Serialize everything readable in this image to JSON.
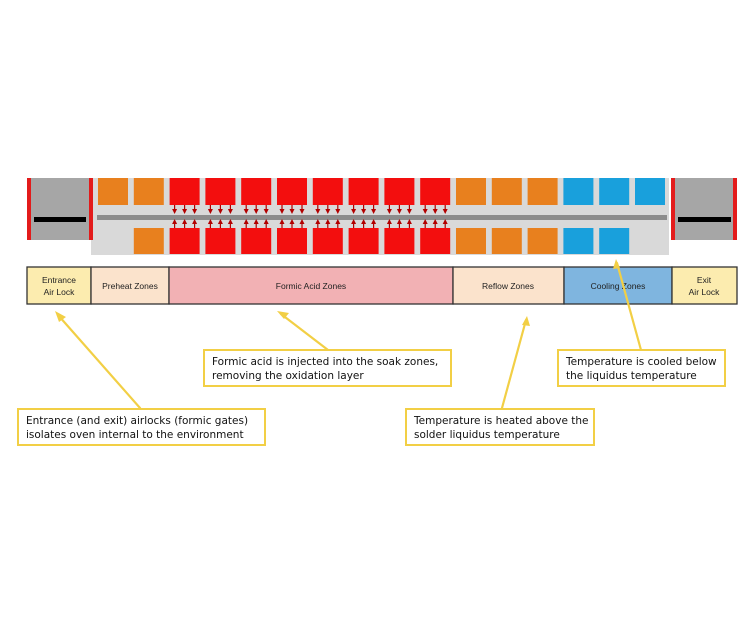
{
  "oven": {
    "entrance_lock": {
      "label": "entrance-air-lock"
    },
    "exit_lock": {
      "label": "exit-air-lock"
    },
    "top_heaters": [
      {
        "zone": "preheat",
        "color": "#e8801e"
      },
      {
        "zone": "preheat",
        "color": "#e8801e"
      },
      {
        "zone": "formic",
        "color": "#f30e0e"
      },
      {
        "zone": "formic",
        "color": "#f30e0e"
      },
      {
        "zone": "formic",
        "color": "#f30e0e"
      },
      {
        "zone": "formic",
        "color": "#f30e0e"
      },
      {
        "zone": "formic",
        "color": "#f30e0e"
      },
      {
        "zone": "formic",
        "color": "#f30e0e"
      },
      {
        "zone": "formic",
        "color": "#f30e0e"
      },
      {
        "zone": "formic",
        "color": "#f30e0e"
      },
      {
        "zone": "reflow",
        "color": "#e8801e"
      },
      {
        "zone": "reflow",
        "color": "#e8801e"
      },
      {
        "zone": "reflow",
        "color": "#e8801e"
      },
      {
        "zone": "cooling",
        "color": "#19a0dc"
      },
      {
        "zone": "cooling",
        "color": "#19a0dc"
      },
      {
        "zone": "cooling",
        "color": "#19a0dc"
      }
    ],
    "bottom_heaters": [
      {
        "zone": "empty",
        "color": ""
      },
      {
        "zone": "preheat",
        "color": "#e8801e"
      },
      {
        "zone": "formic",
        "color": "#f30e0e"
      },
      {
        "zone": "formic",
        "color": "#f30e0e"
      },
      {
        "zone": "formic",
        "color": "#f30e0e"
      },
      {
        "zone": "formic",
        "color": "#f30e0e"
      },
      {
        "zone": "formic",
        "color": "#f30e0e"
      },
      {
        "zone": "formic",
        "color": "#f30e0e"
      },
      {
        "zone": "formic",
        "color": "#f30e0e"
      },
      {
        "zone": "formic",
        "color": "#f30e0e"
      },
      {
        "zone": "reflow",
        "color": "#e8801e"
      },
      {
        "zone": "reflow",
        "color": "#e8801e"
      },
      {
        "zone": "reflow",
        "color": "#e8801e"
      },
      {
        "zone": "cooling",
        "color": "#19a0dc"
      },
      {
        "zone": "cooling",
        "color": "#19a0dc"
      },
      {
        "zone": "empty",
        "color": ""
      }
    ],
    "colors": {
      "lock_body": "#a6a6a6",
      "lock_gate": "#e31b1b",
      "chamber": "#d9d9d9",
      "conveyor": "#8c8c8c",
      "arrow": "#b30000"
    }
  },
  "zone_band": [
    {
      "line1": "Entrance",
      "line2": "Air Lock",
      "color": "#fcecaf"
    },
    {
      "line1": "Preheat Zones",
      "line2": "",
      "color": "#fbe3cc"
    },
    {
      "line1": "Formic Acid Zones",
      "line2": "",
      "color": "#f2b1b4"
    },
    {
      "line1": "Reflow Zones",
      "line2": "",
      "color": "#fbe3cc"
    },
    {
      "line1": "Cooling Zones",
      "line2": "",
      "color": "#7fb5df"
    },
    {
      "line1": "Exit",
      "line2": "Air Lock",
      "color": "#fcecaf"
    }
  ],
  "callouts": [
    {
      "id": "formic",
      "lines": [
        "Formic acid is injected into the soak zones,",
        "removing the oxidation layer"
      ]
    },
    {
      "id": "cooling",
      "lines": [
        "Temperature is cooled below",
        "the liquidus temperature"
      ]
    },
    {
      "id": "airlock",
      "lines": [
        "Entrance (and exit) airlocks (formic gates)",
        "isolates oven internal to the environment"
      ]
    },
    {
      "id": "reflow",
      "lines": [
        "Temperature is heated above the",
        "solder liquidus temperature"
      ]
    }
  ],
  "leader_color": "#f2cf45"
}
